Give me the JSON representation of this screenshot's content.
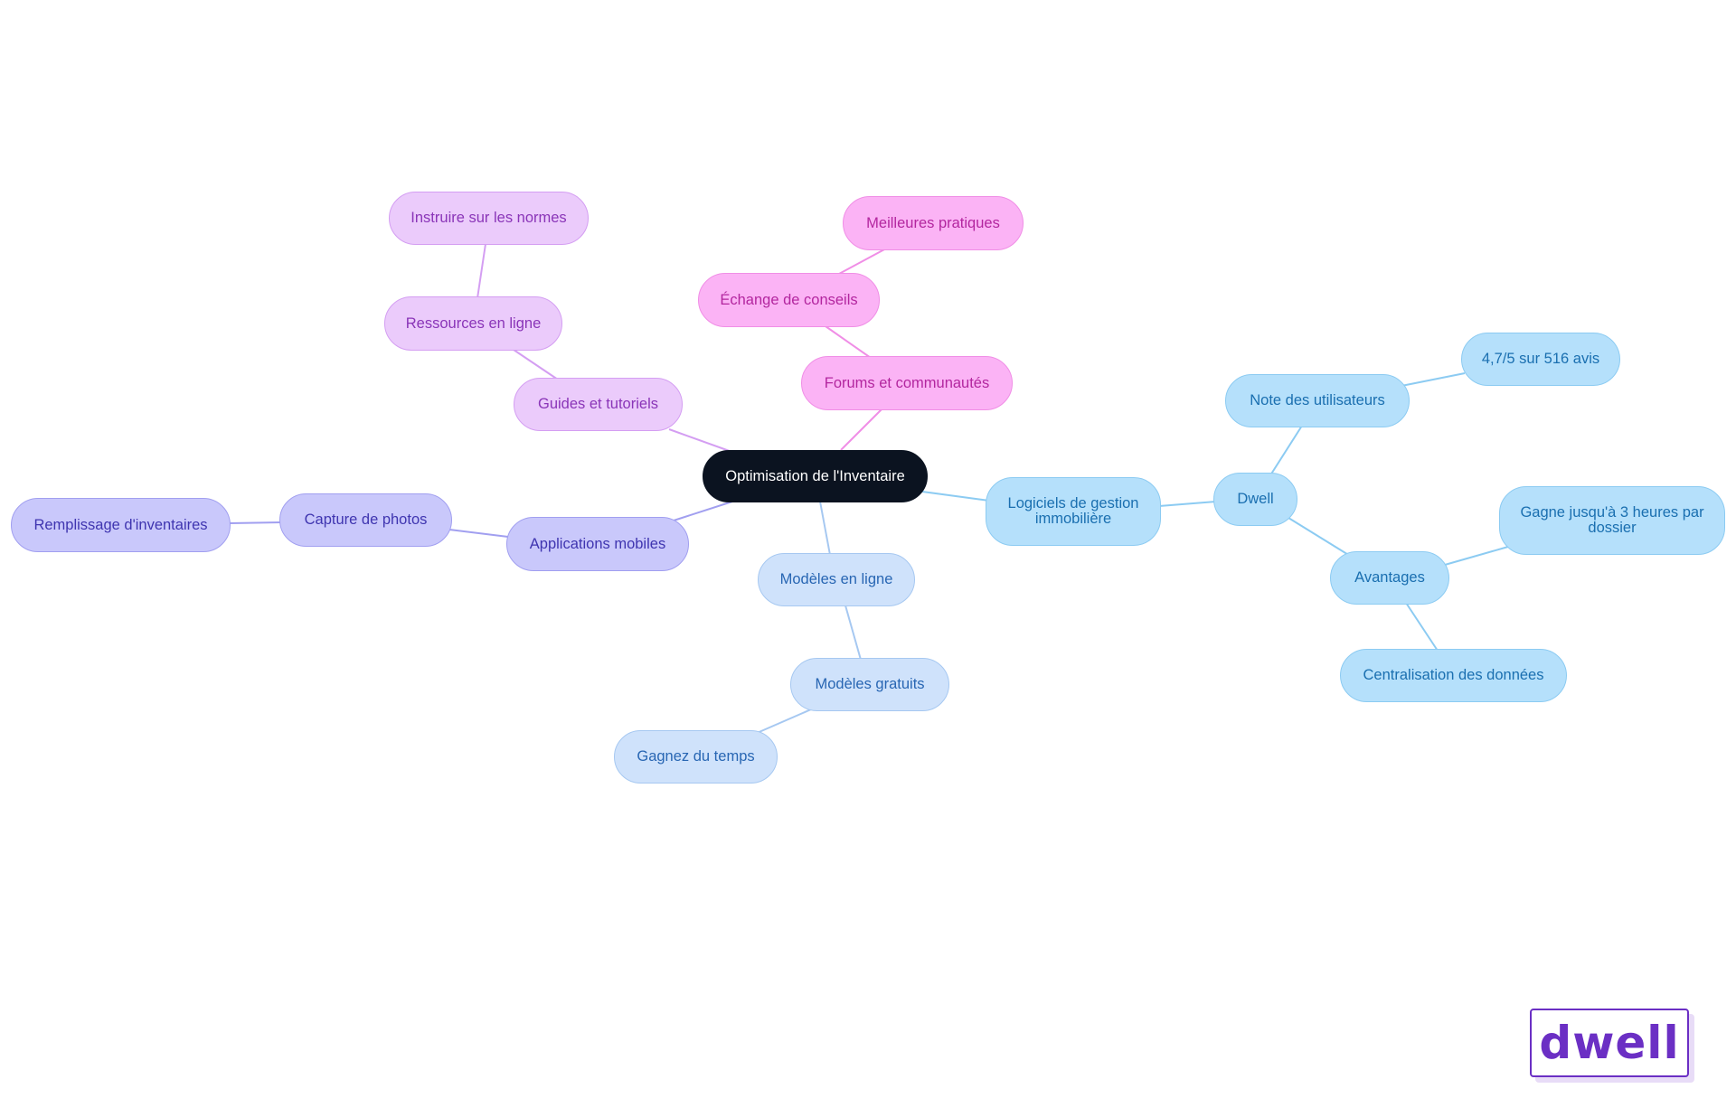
{
  "root": "Optimisation de l'Inventaire",
  "branches": {
    "logiciels": "Logiciels de gestion immobilière",
    "dwell": "Dwell",
    "note": "Note des utilisateurs",
    "avis": "4,7/5 sur 516 avis",
    "avantages": "Avantages",
    "gagne": "Gagne jusqu'à 3 heures par dossier",
    "centralisation": "Centralisation des données",
    "modeles_ligne": "Modèles en ligne",
    "modeles_gratuits": "Modèles gratuits",
    "gagnez": "Gagnez du temps",
    "forums": "Forums et communautés",
    "echange": "Échange de conseils",
    "meilleures": "Meilleures pratiques",
    "guides": "Guides et tutoriels",
    "ressources": "Ressources en ligne",
    "instruire": "Instruire sur les normes",
    "applications": "Applications mobiles",
    "capture": "Capture de photos",
    "remplissage": "Remplissage d'inventaires"
  },
  "logo": "dwell",
  "colors": {
    "root": "#0b1320",
    "sky": "#8ccbf2",
    "pale": "#a6c8f1",
    "pink": "#f08ee6",
    "lilac": "#d49ef2",
    "violet": "#a19ff0",
    "logo": "#6b2fc4"
  }
}
